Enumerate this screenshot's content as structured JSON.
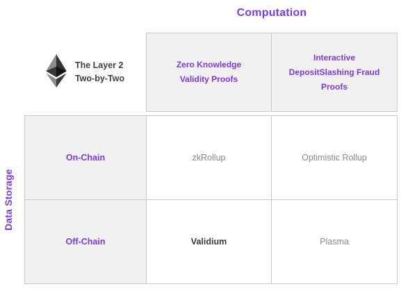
{
  "title": "Computation",
  "side_label": "Data Storage",
  "brand": {
    "logo": "ethereum-logo",
    "line1": "The Layer 2",
    "line2": "Two-by-Two"
  },
  "matrix": {
    "columns": [
      {
        "lines": [
          "Zero Knowledge",
          "Validity Proofs"
        ]
      },
      {
        "lines": [
          "Interactive",
          "DepositSlashing Fraud",
          "Proofs"
        ]
      }
    ],
    "rows": [
      "On-Chain",
      "Off-Chain"
    ],
    "cells": [
      [
        "zkRollup",
        "Optimistic Rollup"
      ],
      [
        "Validium",
        "Plasma"
      ]
    ]
  },
  "colors": {
    "accent": "#7c3aed",
    "grid_line": "#c9c9c9",
    "header_bg": "#f1f1f2",
    "cell_text": "#8a8a8a"
  }
}
